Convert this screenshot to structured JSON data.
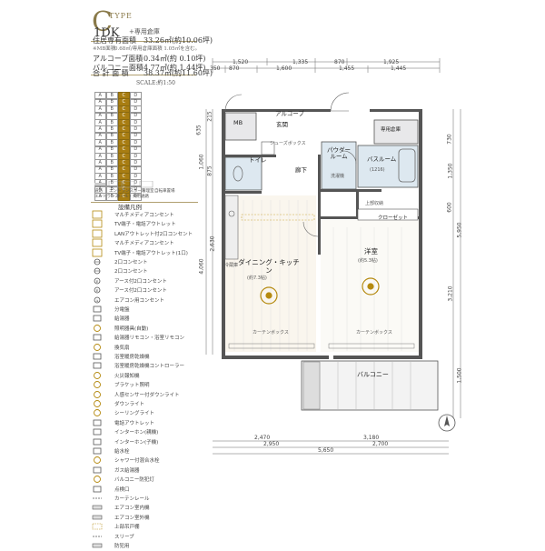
{
  "header": {
    "type_letter": "C",
    "type_word": "TYPE",
    "plan_type": "1DK",
    "plan_sub": "+専用倉庫"
  },
  "specs": [
    {
      "label": "住居専有面積",
      "value": "33.26㎡(約10.06坪)"
    },
    {
      "label": "※MB面積",
      "value": "0.68㎡/専用倉庫面積 1.05㎡を含む。",
      "small": true
    },
    {
      "label": "アルコーブ面積",
      "value": "0.34㎡(約 0.10坪)"
    },
    {
      "label": "バルコニー面積",
      "value": "4.77㎡(約 1.44坪)"
    },
    {
      "label": "合 計 面 積",
      "value": "38.37㎡(約11.60坪)"
    }
  ],
  "scale": "SCALE:約1:50",
  "floor_chart": {
    "rows": [
      [
        "A",
        "B",
        "C",
        "D"
      ],
      [
        "A",
        "B",
        "C",
        "D"
      ],
      [
        "A",
        "B",
        "C",
        "D"
      ],
      [
        "A",
        "B",
        "C",
        "D"
      ],
      [
        "A",
        "B",
        "C",
        "D"
      ],
      [
        "A",
        "B",
        "C",
        "D"
      ],
      [
        "A",
        "B",
        "C",
        "D"
      ],
      [
        "A",
        "B",
        "C",
        "D"
      ],
      [
        "A",
        "B",
        "C",
        "D"
      ],
      [
        "A",
        "B",
        "C",
        "D"
      ],
      [
        "A",
        "B",
        "C",
        "D"
      ],
      [
        "A",
        "B",
        "C",
        "D"
      ],
      [
        "A",
        "B",
        "C",
        "D"
      ],
      [
        "A",
        "B",
        "C",
        "D"
      ],
      [
        "A",
        "B",
        "C",
        "D"
      ],
      [
        "A",
        "B",
        "C",
        "D"
      ]
    ],
    "highlight_col": 2,
    "labels": [
      "道路",
      "エントランスホール",
      "管理室",
      "エントランス",
      "自転車置場",
      "ホール・共用通路"
    ]
  },
  "legend": {
    "title": "設備凡例",
    "items": [
      "マルチメディアコンセント",
      "TV端子・電話アウトレット",
      "LANアウトレット付2口コンセント",
      "マルチメディアコンセント",
      "TV端子・電話アウトレット(1口)",
      "2口コンセント",
      "2口コンセント",
      "アース付2口コンセント",
      "アース付2口コンセント",
      "エアコン用コンセント",
      "分電盤",
      "給湯器",
      "照明器具(自動)",
      "給湯器リモコン・浴室リモコン",
      "換気扇",
      "浴室暖房乾燥機",
      "浴室暖房乾燥機コントローラー",
      "火災報知機",
      "ブラケット照明",
      "人感センサー付ダウンライト",
      "ダウンライト",
      "シーリングライト",
      "電話アウトレット",
      "インターホン(親機)",
      "インターホン(子機)",
      "給水栓",
      "シャワー付混合水栓",
      "ガス給湯器",
      "バルコニー防犯灯",
      "点検口",
      "カーテンレール",
      "エアコン室内機",
      "エアコン室外機",
      "上部吊戸棚",
      "スリーブ",
      "防犯用"
    ]
  },
  "dims": {
    "top1": [
      "1,520",
      "1,335",
      "870",
      "1,925"
    ],
    "top2": [
      "350",
      "870",
      "1,600",
      "1,455",
      "1,445"
    ],
    "bottom1": [
      "2,470",
      "3,180"
    ],
    "bottom2": [
      "2,950",
      "2,700"
    ],
    "bottom3": "5,650",
    "left1": [
      "635",
      "1,060",
      "4,060"
    ],
    "left2": [
      "215",
      "875",
      "2,630"
    ],
    "right1": [
      "730",
      "1,350",
      "600",
      "3,210"
    ],
    "right2": [
      "5,950",
      "1,500"
    ]
  },
  "rooms": {
    "mb": "MB",
    "alcove": "アルコーブ",
    "entrance": "玄関",
    "storage_private": "専用倉庫",
    "toilet": "トイレ",
    "hallway": "廊下",
    "powder": "パウダールーム",
    "bath": "バスルーム",
    "bath_size": "(1216)",
    "dk": "ダイニング・キッチン",
    "dk_size": "(約7.3帖)",
    "western": "洋室",
    "western_size": "(約5.3帖)",
    "closet": "クローゼット",
    "balcony": "バルコニー",
    "curtain_box": "カーテンボックス",
    "shoe_box": "シューズボックス",
    "fridge": "冷蔵庫",
    "washing": "洗濯機",
    "upper_storage": "上部収納"
  }
}
